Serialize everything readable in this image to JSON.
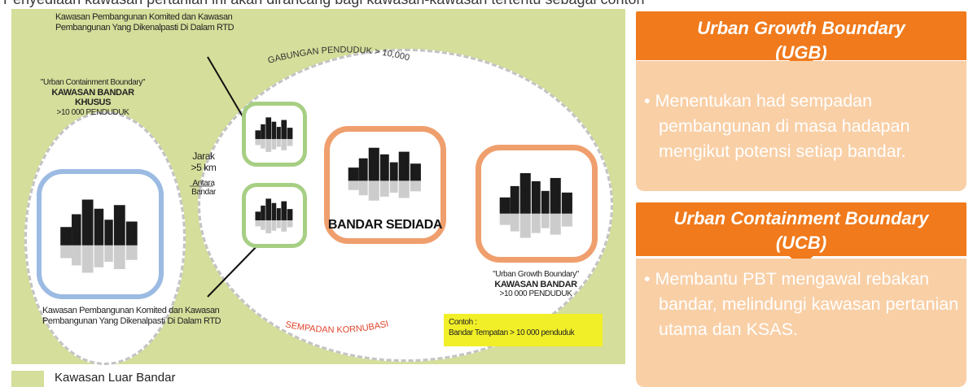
{
  "top_cut_text": "Penyediaan kawasan pertanian ini akan dirancang bagi kawasan-kawasan tertentu sebagai contoh",
  "diagram": {
    "label_top_committed": "Kawasan Pembangunan Komited dan Kawasan Pembangunan Yang Dikenalpasti Di Dalam RTD",
    "label_bottom_committed": "Kawasan Pembangunan Komited dan Kawasan Pembangunan Yang Dikenalpasti Di Dalam RTD",
    "arc_top": "GABUNGAN PENDUDUK > 10,000",
    "arc_bottom": "SEMPADAN KORNUBASI",
    "ucb_quote": "\"Urban Containment Boundary\"",
    "ucb_title": "KAWASAN BANDAR KHUSUS",
    "ucb_pop": ">10 000 PENDUDUK",
    "jarak_1": "Jarak",
    "jarak_2": ">5 km",
    "jarak_3": "Antara",
    "jarak_4": "Bandar",
    "bandar_sediada": "BANDAR SEDIADA",
    "ugb_quote": "\"Urban Growth Boundary\"",
    "ugb_title": "KAWASAN BANDAR",
    "ugb_pop": ">10 000 PENDUDUK",
    "contoh_1": "Contoh :",
    "contoh_2": "Bandar Tempatan > 10 000 penduduk"
  },
  "legend": {
    "label": "Kawasan Luar Bandar",
    "color": "#d5de9a"
  },
  "panels": {
    "ugb": {
      "title_1": "Urban Growth Boundary",
      "title_2": "(UGB)",
      "bullet": "•",
      "text": "Menentukan had sempadan pembangunan di masa hadapan mengikut potensi setiap bandar."
    },
    "ucb": {
      "title_1": "Urban Containment Boundary",
      "title_2": "(UCB)",
      "bullet": "•",
      "text": "Membantu PBT mengawal rebakan bandar, melindungi kawasan pertanian utama dan KSAS."
    }
  },
  "colors": {
    "panel_header": "#f07a1c",
    "panel_body": "#f9cfa6",
    "ucb_frame": "#9cbbe3",
    "committed_frame": "#a7cf84",
    "town_frame": "#ef9f6d",
    "contoh_bg": "#f1ef27"
  }
}
